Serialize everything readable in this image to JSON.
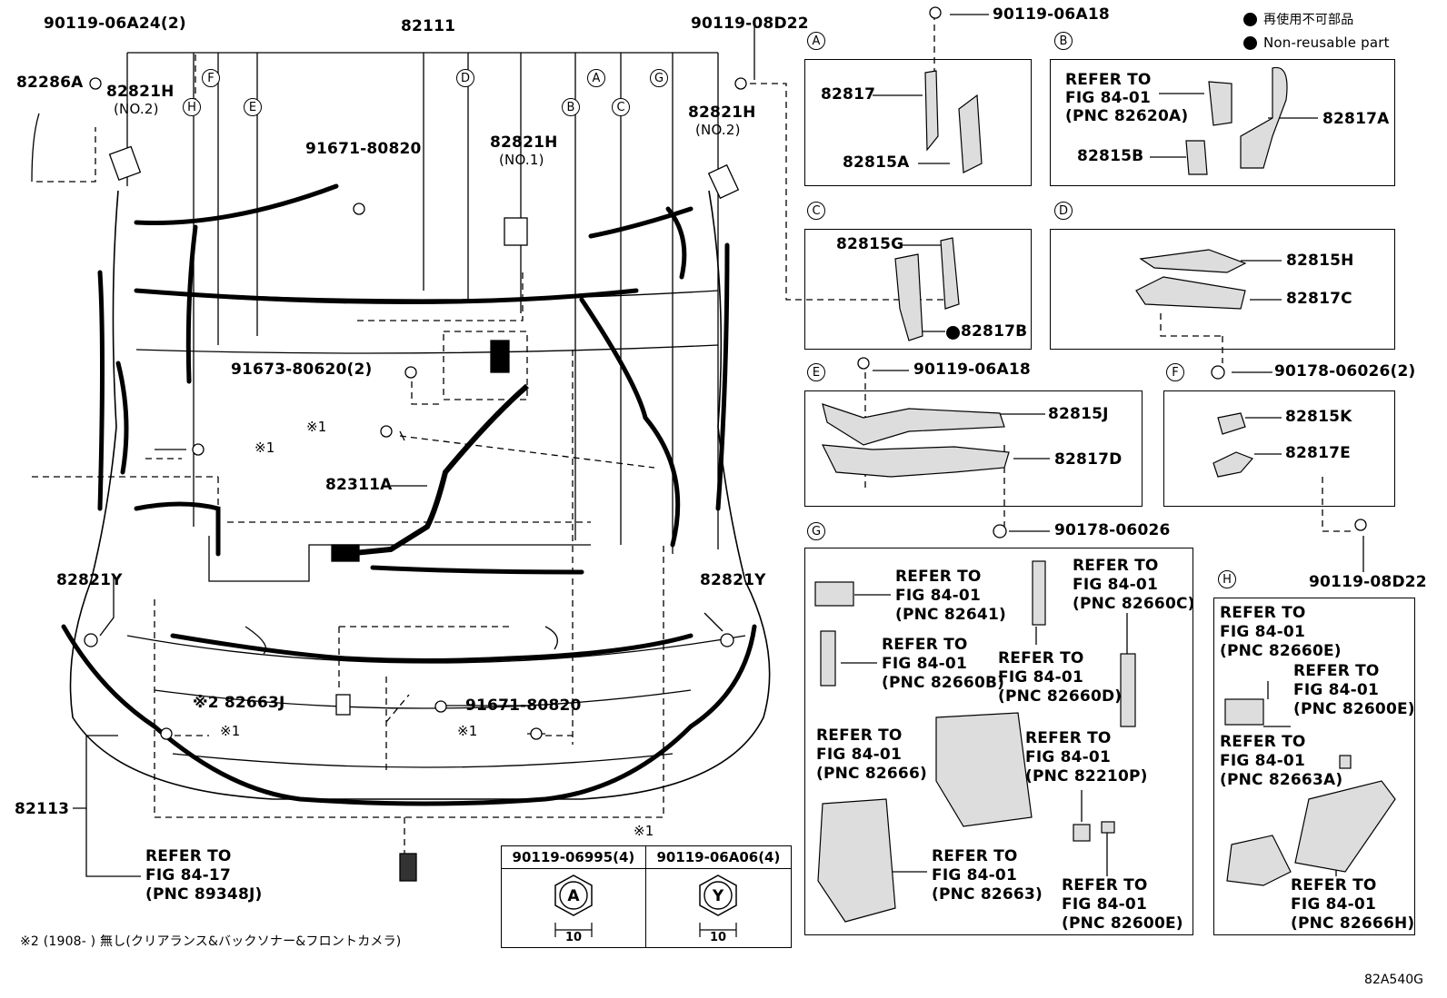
{
  "legend": {
    "non_reusable_ja": "再使用不可部品",
    "non_reusable_en": "Non-reusable part"
  },
  "main": {
    "p_82111": "82111",
    "p_90119_06A24": "90119-06A24(2)",
    "p_90119_08D22_top": "90119-08D22",
    "p_82286A": "82286A",
    "p_82821H_left": "82821H",
    "p_82821H_left_sub": "(NO.2)",
    "p_82821H_right": "82821H",
    "p_82821H_right_sub": "(NO.2)",
    "p_82821H_mid": "82821H",
    "p_82821H_mid_sub": "(NO.1)",
    "p_91671_80820_top": "91671-80820",
    "p_91673_80620": "91673-80620(2)",
    "note1_a": "※1",
    "note1_b": "※1",
    "note1_c": "※1",
    "note1_d": "※1",
    "p_82311A": "82311A",
    "p_82821Y_left": "82821Y",
    "p_82821Y_right": "82821Y",
    "p_82663J": "※2 82663J",
    "p_91671_80820_bottom": "91671-80820",
    "p_82113": "82113",
    "refer_89348J": "REFER TO\nFIG 84-17\n(PNC 89348J)",
    "table_note": "※1",
    "footnote": "※2 (1908-      ) 無し(クリアランス&バックソナー&フロントカメラ)",
    "drawing_code": "82A540G"
  },
  "fasteners": {
    "col_a": "90119-06995(4)",
    "col_y": "90119-06A06(4)",
    "sym_a": "A",
    "sym_y": "Y",
    "size_a": "10",
    "size_y": "10"
  },
  "callouts": [
    "F",
    "H",
    "E",
    "D",
    "B",
    "A",
    "C",
    "G"
  ],
  "panel_a": {
    "letter": "A",
    "bolt": "90119-06A18",
    "p1": "82817",
    "p2": "82815A"
  },
  "panel_b": {
    "letter": "B",
    "refer": "REFER TO\nFIG 84-01\n(PNC 82620A)",
    "p1": "82817A",
    "p2": "82815B"
  },
  "panel_c": {
    "letter": "C",
    "p1": "82815G",
    "p2": "82817B"
  },
  "panel_d": {
    "letter": "D",
    "p1": "82815H",
    "p2": "82817C",
    "clip": "90178-06026(2)"
  },
  "panel_e": {
    "letter": "E",
    "bolt": "90119-06A18",
    "p1": "82815J",
    "p2": "82817D",
    "clip": "90178-06026"
  },
  "panel_f": {
    "letter": "F",
    "p1": "82815K",
    "p2": "82817E",
    "bolt": "90119-08D22"
  },
  "panel_g": {
    "letter": "G",
    "r1": "REFER TO\nFIG 84-01\n(PNC 82641)",
    "r2": "REFER TO\nFIG 84-01\n(PNC 82660C)",
    "r3": "REFER TO\nFIG 84-01\n(PNC 82660B)",
    "r4": "REFER TO\nFIG 84-01\n(PNC 82660D)",
    "r5": "REFER TO\nFIG 84-01\n(PNC 82666)",
    "r6": "REFER TO\nFIG 84-01\n(PNC 82210P)",
    "r7": "REFER TO\nFIG 84-01\n(PNC 82663)",
    "r8": "REFER TO\nFIG 84-01\n(PNC 82600E)"
  },
  "panel_h": {
    "letter": "H",
    "r1": "REFER TO\nFIG 84-01\n(PNC 82660E)",
    "r2": "REFER TO\nFIG 84-01\n(PNC 82600E)",
    "r3": "REFER TO\nFIG 84-01\n(PNC 82663A)",
    "r4": "REFER TO\nFIG 84-01\n(PNC 82666H)"
  }
}
